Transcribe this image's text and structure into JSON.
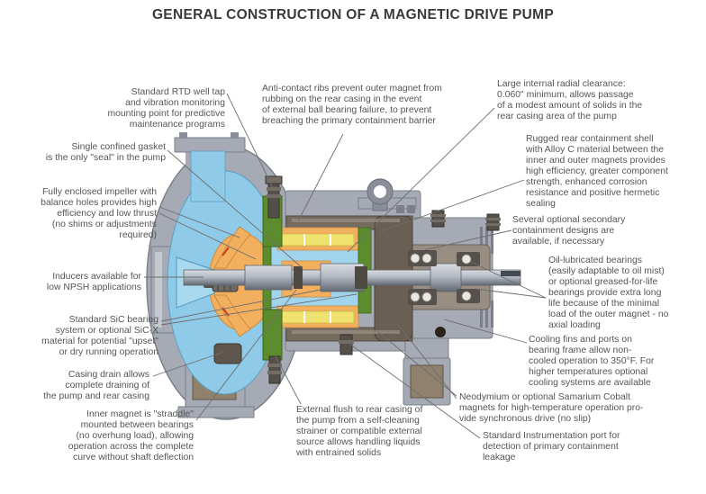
{
  "title": "GENERAL CONSTRUCTION OF A MAGNETIC DRIVE PUMP",
  "callouts": {
    "rtd": {
      "text": "Standard RTD well tap\nand vibration monitoring\nmounting point for predictive\nmaintenance programs"
    },
    "gasket": {
      "text": "Single confined gasket\nis the only \"seal\" in the pump"
    },
    "impeller": {
      "text": "Fully enclosed impeller with\nbalance holes provides high\nefficiency and low thrust\n(no shims or adjustments\nrequired)"
    },
    "inducers": {
      "text": "Inducers available for\nlow NPSH applications"
    },
    "sic_bearing": {
      "text": "Standard SiC bearing\nsystem or optional SiC-X\nmaterial for potential \"upset\"\nor dry running operation"
    },
    "casing_drain": {
      "text": "Casing drain allows\ncomplete draining of\nthe pump and rear casing"
    },
    "inner_magnet": {
      "text": "Inner magnet is \"straddle\"\nmounted between bearings\n(no overhung load), allowing\noperation across the complete\ncurve without shaft deflection"
    },
    "anti_contact": {
      "text": "Anti-contact ribs prevent outer magnet from\nrubbing on the rear casing in the event\nof external ball bearing failure, to prevent\nbreaching the primary containment barrier"
    },
    "radial_clearance": {
      "text": "Large internal radial clearance:\n0.060\" minimum, allows passage\nof a modest amount of solids in the\nrear casing area of the pump"
    },
    "containment_shell": {
      "text": "Rugged rear containment shell\nwith Alloy C material between the\ninner and outer magnets provides\nhigh efficiency, greater component\nstrength, enhanced corrosion\nresistance and positive hermetic\nsealing"
    },
    "secondary_containment": {
      "text": "Several optional secondary\ncontainment designs are\navailable, if necessary"
    },
    "oil_bearings": {
      "text": "Oil-lubricated bearings\n(easily adaptable to oil mist)\nor optional greased-for-life\nbearings provide extra long\nlife because of the minimal\nload of the outer magnet - no\naxial loading"
    },
    "cooling_fins": {
      "text": "Cooling fins and ports on\nbearing frame allow non-\ncooled operation to 350°F. For\nhigher temperatures optional\ncooling systems are available"
    },
    "magnets": {
      "text": "Neodymium or optional Samarium Cobalt\nmagnets for high-temperature operation pro-\nvide synchronous drive (no slip)"
    },
    "instrumentation": {
      "text": "Standard Instrumentation port for\ndetection of primary containment\nleakage"
    },
    "external_flush": {
      "text": "External flush to rear casing of\nthe pump from a self-cleaning\nstrainer or compatible external\nsource allows handling liquids\nwith entrained solids"
    }
  },
  "palette": {
    "title_text": "#3a3a3a",
    "label_text": "#555555",
    "leader_line": "#6e6e6e",
    "casing_gray": "#a6aab4",
    "casing_edge": "#7a7f8a",
    "casing_light": "#c4c8cf",
    "fluid_blue": "#8fcbe8",
    "fluid_blue_light": "#a8d9ef",
    "fluid_blue_dark": "#5d9fc4",
    "magnet_orange": "#f2af5e",
    "magnet_orange_dark": "#d08c3e",
    "magnet_yellow": "#efe26e",
    "shell_green": "#5c8c2e",
    "shell_green_dark": "#3e661c",
    "outer_magnet_dark": "#695f53",
    "outer_magnet_light": "#978d80",
    "bronze": "#8f816c",
    "hardware_dark": "#55504a",
    "red_mark": "#cf3a1c",
    "background": "#ffffff"
  }
}
